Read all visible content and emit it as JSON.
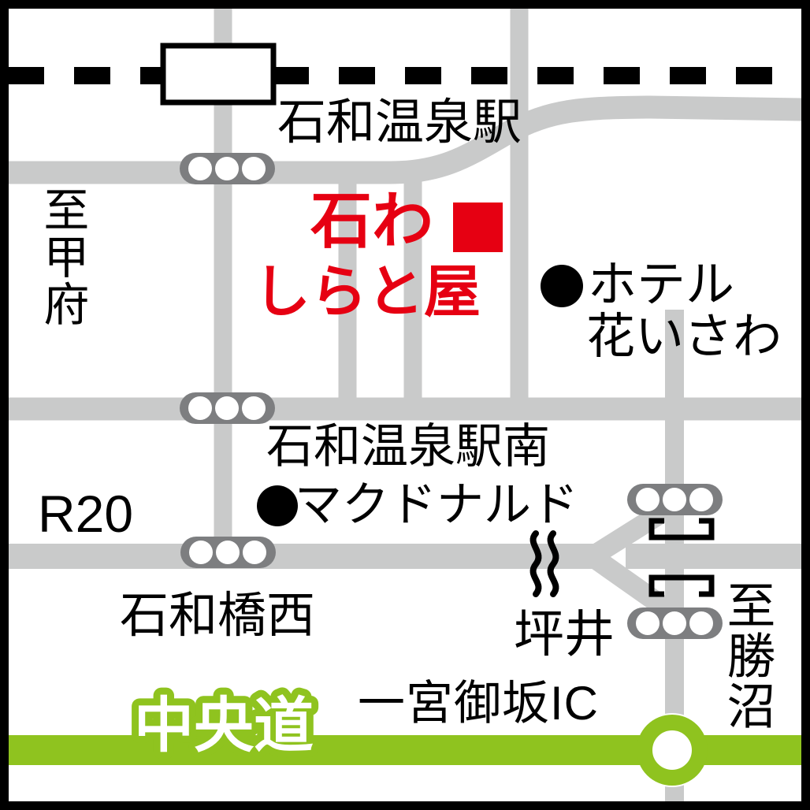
{
  "colors": {
    "road_gray": "#c9caca",
    "signal_gray": "#7d7e80",
    "accent_red": "#e60012",
    "expressway_green": "#8fc31f",
    "rail_black": "#000000",
    "background": "#ffffff"
  },
  "labels": {
    "station": "石和温泉駅",
    "destination_line1": "石わ",
    "destination_line2": "しらと屋",
    "hotel_line1": "ホテル",
    "hotel_line2": "花いさわ",
    "to_kofu": "至甲府",
    "station_south_intersection": "石和温泉駅南",
    "mcdonalds": "マクドナルド",
    "route_r20": "R20",
    "isawabashi_nishi_intersection": "石和橋西",
    "tsuboi_intersection": "坪井",
    "to_katsunuma": "至勝沼",
    "interchange": "一宮御坂IC",
    "expressway": "中央道"
  },
  "markers": {
    "station_symbol": "white-rectangle-on-dashed-rail-line",
    "destination_marker": "red-square",
    "hotel_marker": "black-dot",
    "mcdonalds_marker": "black-dot",
    "traffic_signal_count": 5,
    "interchange_symbol": "green-ring-on-expressway",
    "river_symbol": "double-wavy-line"
  }
}
